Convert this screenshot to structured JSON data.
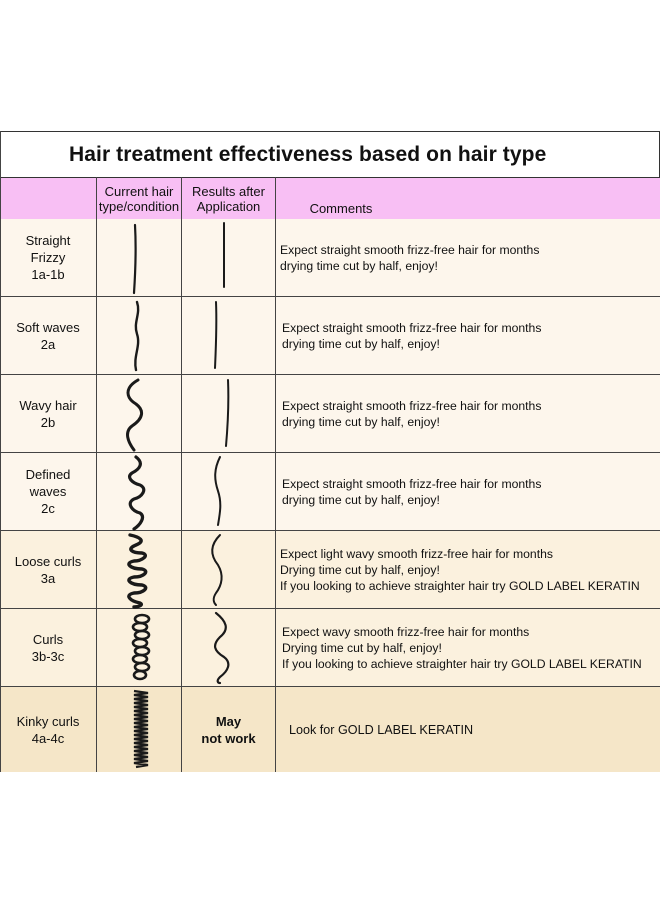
{
  "title": "Hair treatment effectiveness based on hair type",
  "columns": {
    "current": [
      "Current hair",
      "type/condition"
    ],
    "results": [
      "Results after",
      "Application"
    ],
    "comments": "Comments"
  },
  "rows": [
    {
      "type": [
        "Straight",
        "Frizzy",
        "1a-1b"
      ],
      "hair_icon": "straight-hair-icon",
      "result_icon": "straight-hair-icon",
      "comment": [
        "Expect straight smooth frizz-free hair for months",
        "drying time cut by half, enjoy!"
      ]
    },
    {
      "type": [
        "Soft waves",
        "2a"
      ],
      "hair_icon": "soft-wave-hair-icon",
      "result_icon": "straight-hair-icon",
      "comment": [
        "Expect straight smooth frizz-free hair for months",
        "drying time cut by half, enjoy!"
      ]
    },
    {
      "type": [
        "Wavy hair",
        "2b"
      ],
      "hair_icon": "wavy-hair-icon",
      "result_icon": "straight-hair-icon",
      "comment": [
        "Expect straight smooth frizz-free hair for months",
        "drying time cut by half, enjoy!"
      ]
    },
    {
      "type": [
        "Defined",
        "waves",
        "2c"
      ],
      "hair_icon": "defined-wave-hair-icon",
      "result_icon": "soft-wave-hair-icon",
      "comment": [
        "Expect straight smooth frizz-free hair for months",
        "drying time cut by half, enjoy!"
      ]
    },
    {
      "type": [
        "Loose curls",
        "3a"
      ],
      "hair_icon": "loose-curl-hair-icon",
      "result_icon": "soft-wave-hair-icon",
      "comment": [
        "Expect light wavy smooth frizz-free hair for months",
        "Drying time cut by half, enjoy!",
        "If you looking to achieve straighter hair try GOLD LABEL KERATIN"
      ]
    },
    {
      "type": [
        "Curls",
        "3b-3c"
      ],
      "hair_icon": "curly-hair-icon",
      "result_icon": "wavy-hair-icon",
      "comment": [
        "Expect wavy smooth frizz-free hair for months",
        "Drying time cut by half, enjoy!",
        "If you looking to achieve straighter hair try GOLD LABEL KERATIN"
      ]
    },
    {
      "type": [
        "Kinky curls",
        "4a-4c"
      ],
      "hair_icon": "kinky-curl-hair-icon",
      "result_text": [
        "May",
        "not work"
      ],
      "comment": [
        "Look for GOLD LABEL KERATIN"
      ]
    }
  ],
  "colors": {
    "header_bg": "#f8bff4",
    "row_light": "#fdf6ec",
    "row_mid": "#fbf1de",
    "row_dark": "#f5e6c8"
  }
}
